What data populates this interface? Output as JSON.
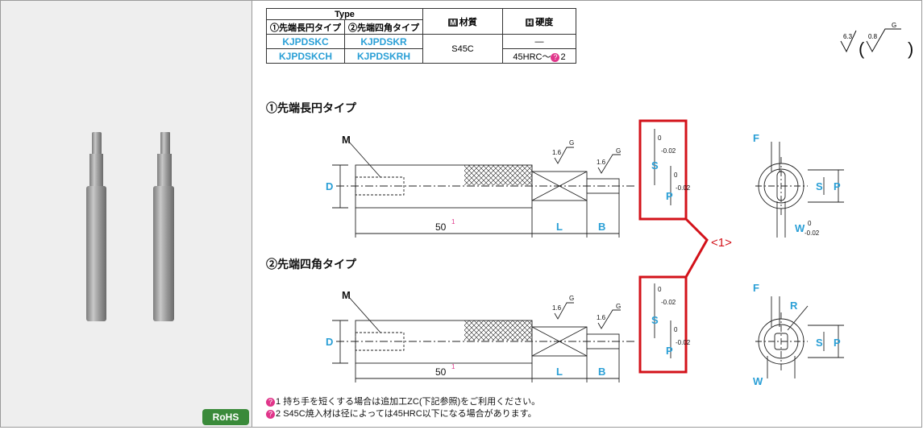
{
  "table": {
    "type_header": "Type",
    "col1_header": "①先端長円タイプ",
    "col2_header": "②先端四角タイプ",
    "material_header": "材質",
    "hardness_header": "硬度",
    "material_mark": "M",
    "hardness_mark": "H",
    "row1": {
      "t1": "KJPDSKC",
      "t2": "KJPDSKR",
      "hardness": "—"
    },
    "row2": {
      "t1": "KJPDSKCH",
      "t2": "KJPDSKRH",
      "hardness": "45HRC～",
      "hardness_note": "2"
    },
    "material": "S45C"
  },
  "roughness": {
    "r1": "6.3",
    "r2": "0.8",
    "g": "G"
  },
  "section1_title": "①先端長円タイプ",
  "section2_title": "②先端四角タイプ",
  "labels": {
    "M": "M",
    "D": "D",
    "L": "L",
    "B": "B",
    "S": "S",
    "P": "P",
    "F": "F",
    "W": "W",
    "R": "R",
    "fifty": "50",
    "note1_mark": "1",
    "tol_upper": "0",
    "tol_lower": "-0.02",
    "w_tol_upper": "0",
    "w_tol_lower": "-0.02",
    "rough16": "1.6",
    "g": "G",
    "callout": "<1>"
  },
  "notes": {
    "n1_num": "1",
    "n1": "持ち手を短くする場合は追加工ZC(下記参照)をご利用ください。",
    "n2_num": "2",
    "n2": "S45C焼入材は径によっては45HRC以下になる場合があります。"
  },
  "rohs": "RoHS",
  "colors": {
    "accent": "#2a9fd6",
    "callout": "#d3121a",
    "note_mark": "#e0358a",
    "rohs": "#3a8a3a"
  }
}
